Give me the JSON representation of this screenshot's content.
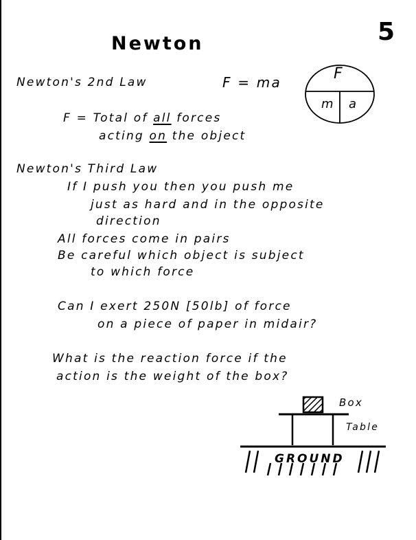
{
  "page": {
    "number": "5",
    "title": "Newton"
  },
  "second_law": {
    "heading": "Newton's 2nd Law",
    "formula": "F = ma",
    "triangle": {
      "top": "F",
      "left": "m",
      "right": "a"
    },
    "definition": {
      "line1_prefix": "F = Total of",
      "line1_emphasis": "all",
      "line1_suffix": "forces",
      "line2_prefix": "acting",
      "line2_emphasis": "on",
      "line2_suffix": "the object"
    }
  },
  "third_law": {
    "heading": "Newton's Third Law",
    "lines": [
      "If I push you then you push me",
      "just as hard and in the opposite",
      "direction",
      "All forces come in pairs",
      "Be careful which object is subject",
      "to which force"
    ]
  },
  "questions": [
    "Can I exert 250N [50lb] of force",
    "on a piece of paper in midair?",
    "What is the reaction force if the",
    "action is the weight of the box?"
  ],
  "diagram": {
    "box_label": "Box",
    "table_label": "Table",
    "ground_label": "Ground"
  }
}
